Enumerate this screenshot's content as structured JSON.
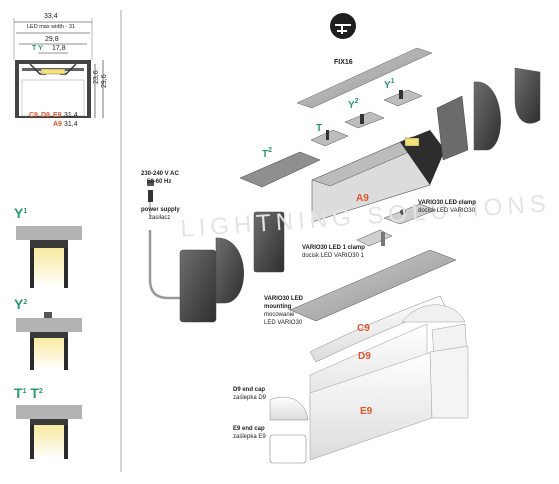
{
  "dimensions": {
    "top_width": "33,4",
    "led_max_width": "LED max width - 31",
    "inner_width": "29,8",
    "ty_width": "17,8",
    "ty_label": "T Y",
    "height_a": "23,6",
    "height_b": "29,6",
    "c9_label": "C9",
    "d9_label": "D9",
    "e9_label": "E9",
    "cde_value": "31,4",
    "a9_label": "A9",
    "a9_value": "31,4"
  },
  "variants": [
    {
      "label": "Y",
      "sup": "1"
    },
    {
      "label": "Y",
      "sup": "2"
    },
    {
      "label_1": "T",
      "sup_1": "1",
      "label_2": "T",
      "sup_2": "2"
    }
  ],
  "exploded_view": {
    "fix16": "FIX16",
    "y1": {
      "label": "Y",
      "sup": "1"
    },
    "y2": {
      "label": "Y",
      "sup": "2"
    },
    "t": "T",
    "t2": {
      "label": "T",
      "sup": "2"
    },
    "a9": "A9",
    "c9": "C9",
    "d9": "D9",
    "e9": "E9",
    "power_spec_1": "230-240 V AC",
    "power_spec_2": "50-60 Hz",
    "power_supply_en": "power supply",
    "power_supply_pl": "zasilacz",
    "vario_clamp_en": "VARIO30 LED clamp",
    "vario_clamp_pl": "docisk LED VARIO30",
    "vario1_clamp_en": "VARIO30 LED 1 clamp",
    "vario1_clamp_pl": "docisk LED VARIO30 1",
    "vario_mount_en_1": "VARIO30 LED",
    "vario_mount_en_2": "mounting",
    "vario_mount_pl_1": "mocowanie",
    "vario_mount_pl_2": "LED VARIO30",
    "d9_cap_en": "D9 end cap",
    "d9_cap_pl": "zaślepka D9",
    "e9_cap_en": "E9 end cap",
    "e9_cap_pl": "zaślepka E9"
  },
  "watermark": "LIGHTNING SOLUTIONS",
  "colors": {
    "teal": "#2a9a6e",
    "orange": "#e2542c",
    "led": "#f4e27a",
    "metal": "#9a9a9a"
  }
}
